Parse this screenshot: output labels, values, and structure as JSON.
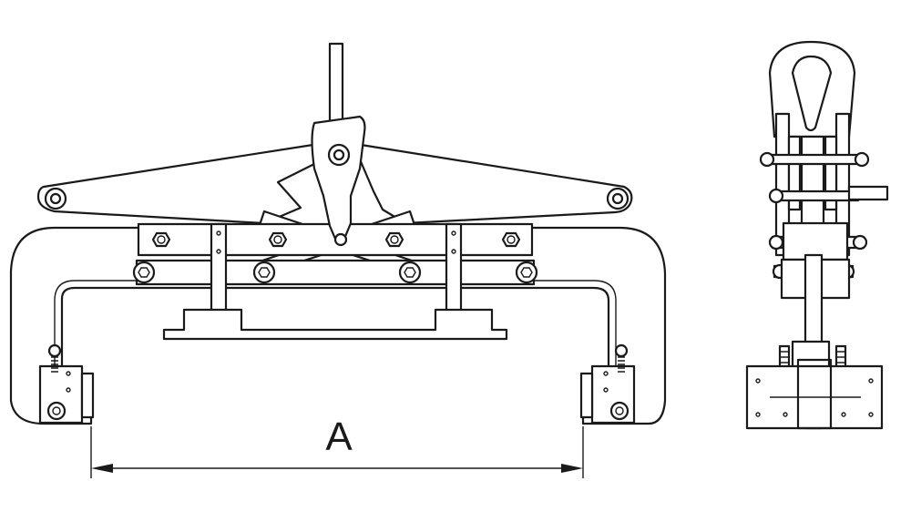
{
  "dimension": {
    "label": "A"
  },
  "colors": {
    "line": "#1a1a1a",
    "background": "#ffffff"
  },
  "views": [
    {
      "id": "front-view"
    },
    {
      "id": "side-view"
    }
  ]
}
